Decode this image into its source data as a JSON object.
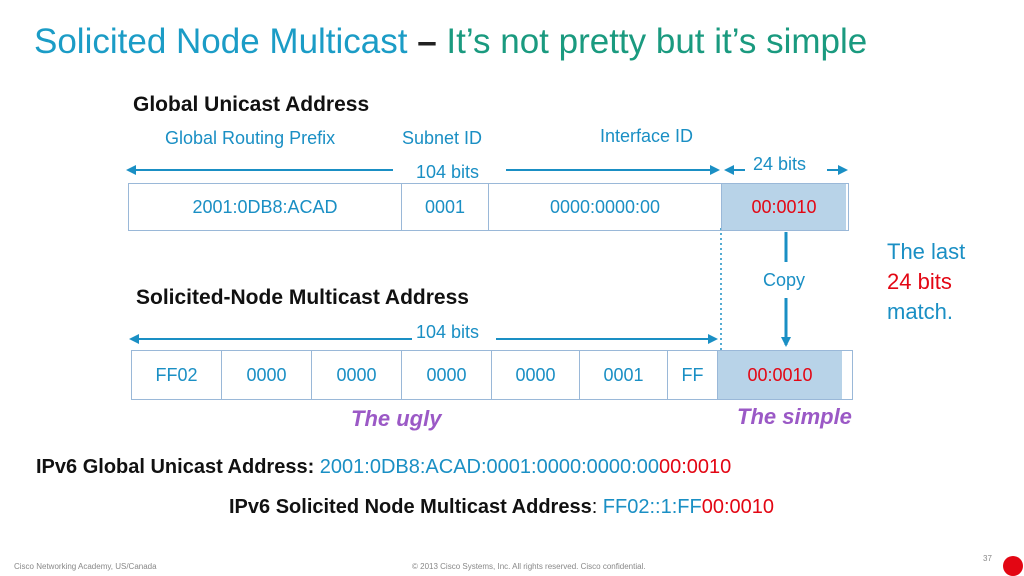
{
  "title": {
    "main": "Solicited Node Multicast ",
    "dash": "–",
    "sub": " It’s not pretty but it’s simple"
  },
  "gua": {
    "heading": "Global Unicast Address",
    "labels": {
      "prefix": "Global Routing Prefix",
      "subnet": "Subnet ID",
      "interface": "Interface ID"
    },
    "bits_104": "104 bits",
    "bits_24": "24 bits",
    "cells": [
      "2001:0DB8:ACAD",
      "0001",
      "0000:0000:00",
      "00:0010"
    ]
  },
  "copy_label": "Copy",
  "note": {
    "line1": "The last",
    "line2": "24 bits",
    "line3": "match."
  },
  "snm": {
    "heading": "Solicited-Node Multicast Address",
    "bits_104": "104 bits",
    "cells": [
      "FF02",
      "0000",
      "0000",
      "0000",
      "0000",
      "0001",
      "FF",
      "00:0010"
    ]
  },
  "ugly": "The ugly",
  "simple": "The simple",
  "bottom": {
    "gua_key": "IPv6 Global Unicast Address:",
    "gua_prefix": " 2001:0DB8:ACAD:0001:0000:0000:00",
    "gua_suffix": "00:0010",
    "snm_key": "IPv6 Solicited Node Multicast Address",
    "snm_colon": ":",
    "snm_prefix": " FF02::1:FF",
    "snm_suffix": "00:0010"
  },
  "footer": {
    "left": "Cisco Networking Academy, US/Canada",
    "center": "© 2013 Cisco Systems, Inc. All rights reserved. Cisco confidential.",
    "page": "37"
  },
  "colors": {
    "title_blue": "#1b9cc6",
    "title_green": "#1a9a7f",
    "text_blue": "#1a8fc4",
    "red": "#e30613",
    "purple": "#9b59c6",
    "highlight": "#b8d3e8"
  }
}
